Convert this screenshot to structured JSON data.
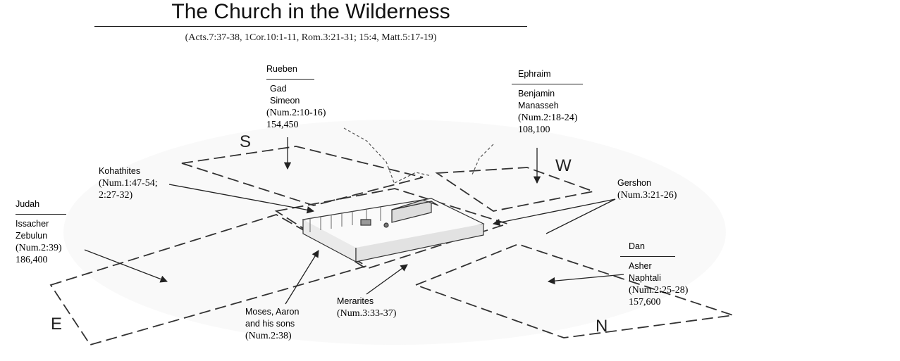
{
  "title": "The Church in the Wilderness",
  "subtitle": "(Acts.7:37-38, 1Cor.10:1-11, Rom.3:21-31; 15:4, Matt.5:17-19)",
  "compass": {
    "south": "S",
    "west": "W",
    "east": "E",
    "north": "N"
  },
  "camps": {
    "south": {
      "leader": "Rueben",
      "tribes": [
        "Gad",
        "Simeon"
      ],
      "ref": "(Num.2:10-16)",
      "count": "154,450"
    },
    "west": {
      "leader": "Ephraim",
      "tribes": [
        "Benjamin",
        "Manasseh"
      ],
      "ref": "(Num.2:18-24)",
      "count": "108,100"
    },
    "east": {
      "leader": "Judah",
      "tribes": [
        "Issacher",
        "Zebulun"
      ],
      "ref": "(Num.2:39)",
      "count": "186,400"
    },
    "north": {
      "leader": "Dan",
      "tribes": [
        "Asher",
        "Naphtali"
      ],
      "ref": "(Num.2:25-28)",
      "count": "157,600"
    }
  },
  "levites": {
    "kohathites": {
      "name": "Kohathites",
      "ref_line1": "(Num.1:47-54;",
      "ref_line2": "2:27-32)"
    },
    "gershon": {
      "name": "Gershon",
      "ref": "(Num.3:21-26)"
    },
    "merarites": {
      "name": "Merarites",
      "ref": "(Num.3:33-37)"
    },
    "moses": {
      "line1": "Moses, Aaron",
      "line2": "and his sons",
      "ref": "(Num.2:38)"
    }
  }
}
